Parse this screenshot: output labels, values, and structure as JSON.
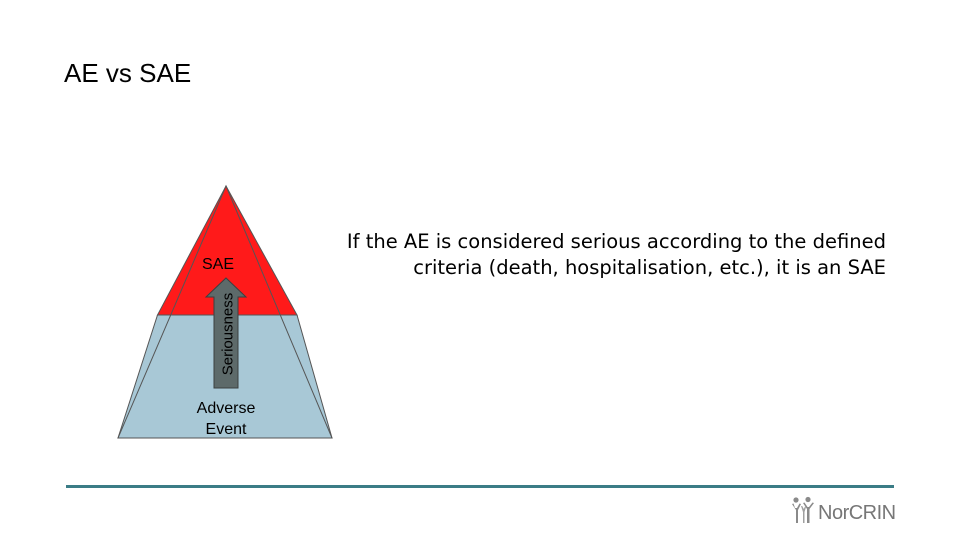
{
  "slide": {
    "title": "AE vs SAE"
  },
  "pyramid": {
    "top_label": "SAE",
    "bottom_label_line1": "Adverse",
    "bottom_label_line2": "Event",
    "arrow_label": "Seriousness",
    "colors": {
      "top_section": "#ff1a1a",
      "bottom_section": "#a8c8d6",
      "arrow_fill": "#5d6a6a"
    }
  },
  "description": {
    "line1": "If the AE is considered serious according to the defined",
    "line2": "criteria (death, hospitalisation, etc.), it is an SAE"
  },
  "footer": {
    "logo_text": "NorCRIN",
    "logo_icon": "people-figures-icon",
    "line_color": "#3b7c86"
  }
}
